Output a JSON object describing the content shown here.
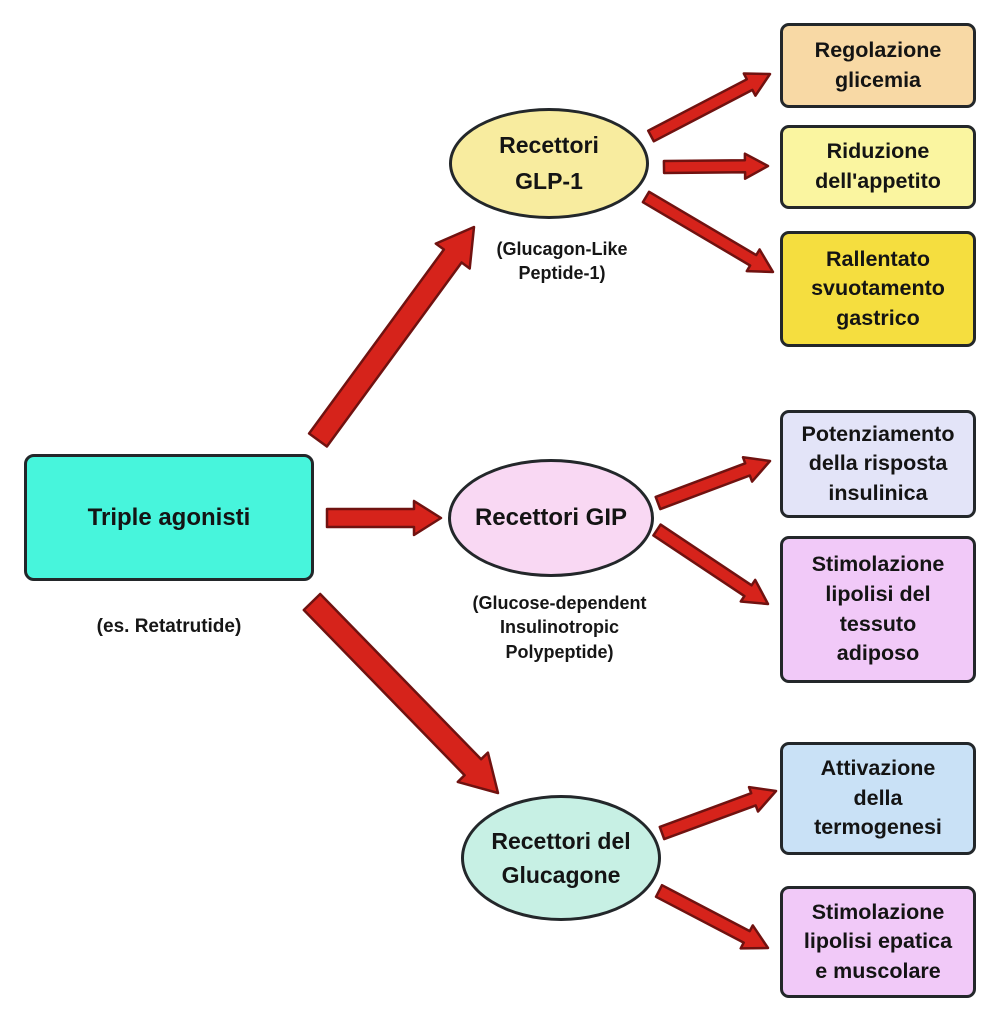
{
  "root": {
    "label": "Triple agonisti",
    "caption": "(es. Retatrutide)",
    "color": "#47f5dc"
  },
  "receptors": {
    "glp1": {
      "label": "Recettori\nGLP-1",
      "caption": "(Glucagon-Like\nPeptide-1)",
      "color": "#f8ec9f"
    },
    "gip": {
      "label": "Recettori GIP",
      "caption": "(Glucose-dependent\nInsulinotropic\nPolypeptide)",
      "color": "#f9d8f3"
    },
    "glucagone": {
      "label": "Recettori del\nGlucagone",
      "color": "#c7f0e4"
    }
  },
  "effects": {
    "glp1": [
      {
        "label": "Regolazione\nglicemia",
        "color": "#f8d9a5"
      },
      {
        "label": "Riduzione\ndell'appetito",
        "color": "#faf5a0"
      },
      {
        "label": "Rallentato\nsvuotamento\ngastrico",
        "color": "#f5de3f"
      }
    ],
    "gip": [
      {
        "label": "Potenziamento\ndella risposta\ninsulinica",
        "color": "#e3e4f8"
      },
      {
        "label": "Stimolazione\nlipolisi del\ntessuto\nadiposo",
        "color": "#f1c9f8"
      }
    ],
    "glucagone": [
      {
        "label": "Attivazione\ndella\ntermogenesi",
        "color": "#c9e1f6"
      },
      {
        "label": "Stimolazione\nlipolisi epatica\ne muscolare",
        "color": "#f1c9f8"
      }
    ]
  },
  "edges": [
    {
      "from": "triple-agonisti",
      "to": "recettori-glp1"
    },
    {
      "from": "triple-agonisti",
      "to": "recettori-gip"
    },
    {
      "from": "triple-agonisti",
      "to": "recettori-glucagone"
    },
    {
      "from": "recettori-glp1",
      "to": "regolazione-glicemia"
    },
    {
      "from": "recettori-glp1",
      "to": "riduzione-appetito"
    },
    {
      "from": "recettori-glp1",
      "to": "rallentato-svuotamento-gastrico"
    },
    {
      "from": "recettori-gip",
      "to": "potenziamento-risposta-insulinica"
    },
    {
      "from": "recettori-gip",
      "to": "stimolazione-lipolisi-tessuto-adiposo"
    },
    {
      "from": "recettori-glucagone",
      "to": "attivazione-termogenesi"
    },
    {
      "from": "recettori-glucagone",
      "to": "stimolazione-lipolisi-epatica-muscolare"
    }
  ],
  "colors": {
    "arrow": "#d6231b",
    "arrow_outline": "#701210",
    "node_border": "#23272a",
    "background": "#ffffff",
    "text": "#141414"
  }
}
